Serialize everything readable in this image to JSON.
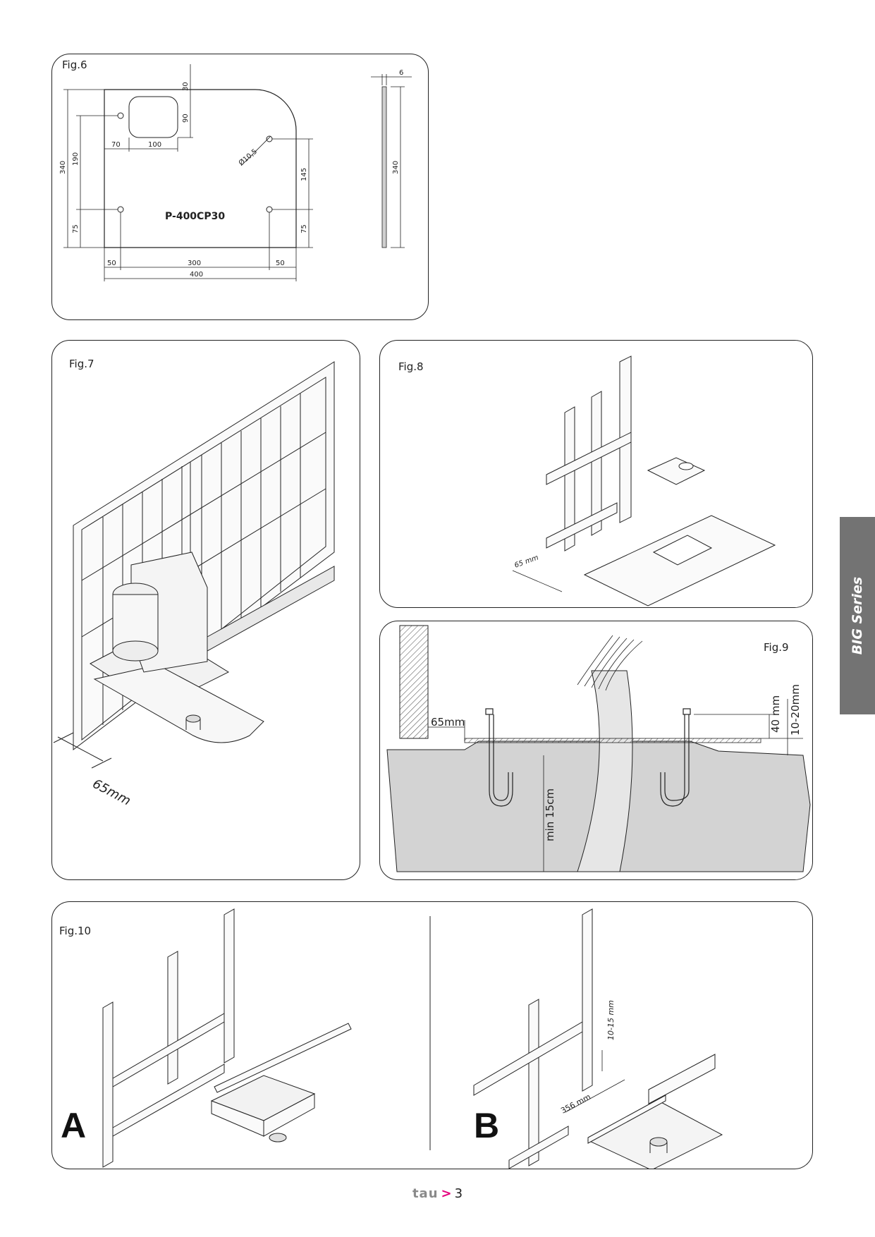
{
  "fig6": {
    "label": "Fig.6",
    "part_code": "P-400CP30",
    "dims": {
      "top_gap": "30",
      "slot_h": "90",
      "left_70": "70",
      "slot_w": "100",
      "hole_dia": "Ø10,5",
      "h340": "340",
      "h190": "190",
      "h75_left": "75",
      "h145": "145",
      "h75_right": "75",
      "w50_left": "50",
      "w300": "300",
      "w50_right": "50",
      "w400": "400",
      "thickness": "6",
      "side_h340": "340"
    }
  },
  "fig7": {
    "label": "Fig.7",
    "dim": "65mm"
  },
  "fig8": {
    "label": "Fig.8",
    "dim": "65 mm"
  },
  "fig9": {
    "label": "Fig.9",
    "dim_65": "65mm",
    "dim_40": "40 mm",
    "dim_1020": "10-20mm",
    "dim_min15": "min 15cm"
  },
  "fig10": {
    "label": "Fig.10",
    "variant_a": "A",
    "variant_b": "B",
    "dim_1015": "10-15 mm",
    "dim_356": "356 mm"
  },
  "side_tab": {
    "text": "BIG Series"
  },
  "footer": {
    "logo": "tau",
    "arrow": ">",
    "page": "3"
  }
}
